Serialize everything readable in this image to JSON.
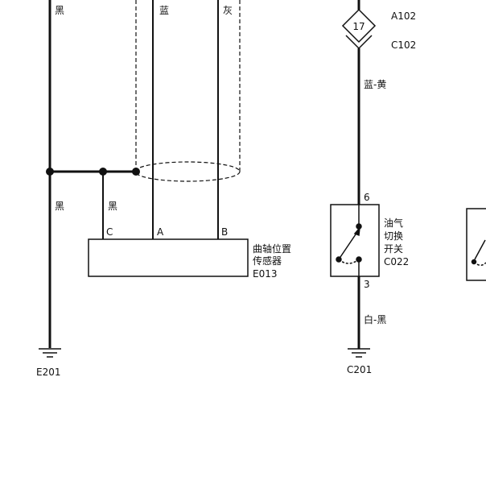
{
  "wire_colors": {
    "black_top": "黑",
    "blue_top": "蓝",
    "gray_top": "灰",
    "black_left": "黑",
    "black_c": "黑",
    "blue_yellow": "蓝-黄",
    "white_black": "白-黑"
  },
  "sensor": {
    "name_line1": "曲轴位置",
    "name_line2": "传感器",
    "code": "E013",
    "pin_c": "C",
    "pin_a": "A",
    "pin_b": "B"
  },
  "connector": {
    "number": "17",
    "top_code": "A102",
    "bottom_code": "C102"
  },
  "switch": {
    "name_line1": "油气",
    "name_line2": "切换",
    "name_line3": "开关",
    "code": "C022",
    "pin_top": "6",
    "pin_bottom": "3"
  },
  "grounds": {
    "left": "E201",
    "right": "C201"
  },
  "colors": {
    "line": "#111111",
    "background": "#ffffff"
  }
}
